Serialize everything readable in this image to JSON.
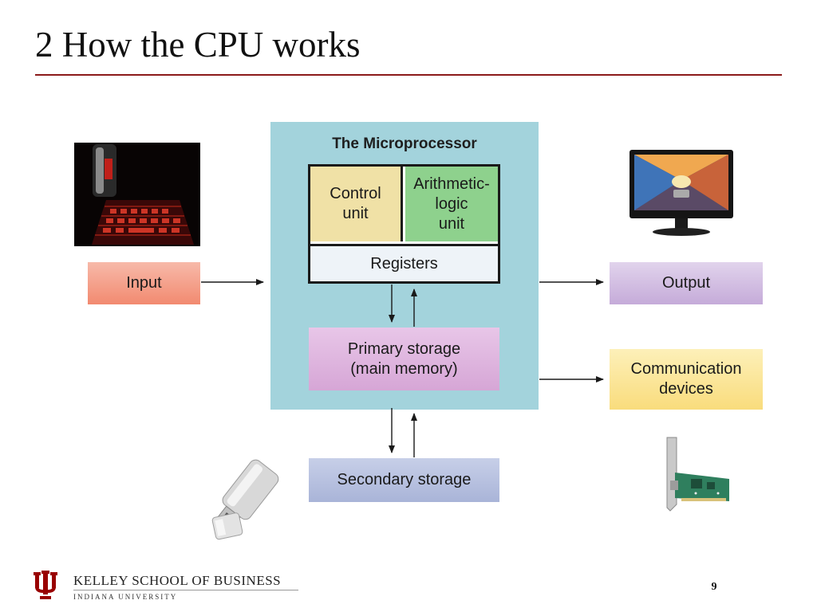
{
  "slide": {
    "title": "2  How the CPU works",
    "page_number": "9"
  },
  "diagram": {
    "microprocessor": {
      "title": "The Microprocessor",
      "control_unit": "Control\nunit",
      "alu": "Arithmetic-\nlogic\nunit",
      "registers": "Registers"
    },
    "primary_storage": "Primary storage\n(main memory)",
    "secondary_storage": "Secondary storage",
    "input": "Input",
    "output": "Output",
    "communication": "Communication\ndevices"
  },
  "footer": {
    "school": "KELLEY SCHOOL OF BUSINESS",
    "university": "INDIANA UNIVERSITY"
  },
  "colors": {
    "accent": "#8b1a1a",
    "cpu_panel": "#a3d3dc"
  }
}
